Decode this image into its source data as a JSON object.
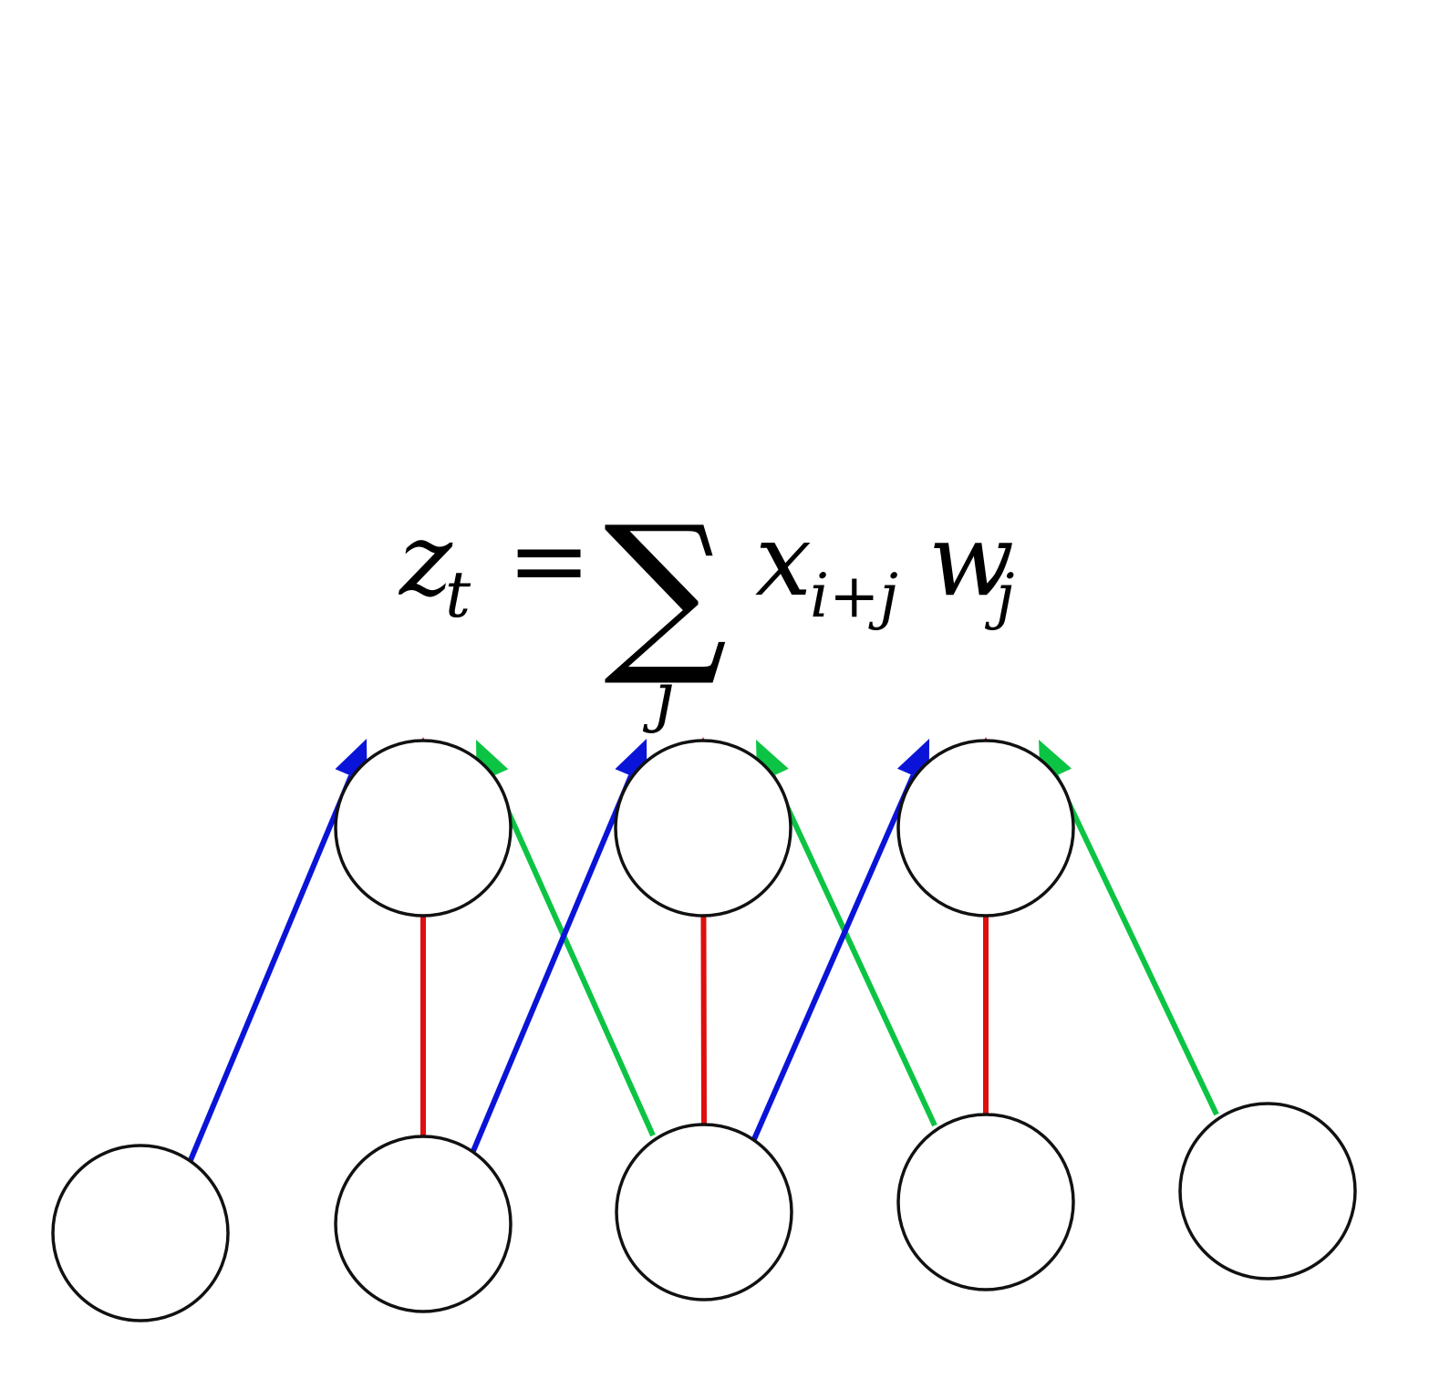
{
  "formula": {
    "lhs_symbol": "z",
    "lhs_subscript": "t",
    "equals": "=",
    "sum_symbol": "∑",
    "sum_index": "j",
    "term1_symbol": "x",
    "term1_subscript": "i+j",
    "term2_symbol": "w",
    "term2_subscript": "j"
  },
  "colors": {
    "left_weight": "#0a14d8",
    "center_weight": "#dd0f0f",
    "right_weight": "#0cc443",
    "node_stroke": "#111111",
    "node_fill": "#ffffff"
  },
  "network": {
    "input_node_count": 5,
    "output_node_count": 3,
    "connections": [
      {
        "from_input": 1,
        "to_output": 1,
        "weight": "left"
      },
      {
        "from_input": 2,
        "to_output": 1,
        "weight": "center"
      },
      {
        "from_input": 3,
        "to_output": 1,
        "weight": "right"
      },
      {
        "from_input": 2,
        "to_output": 2,
        "weight": "left"
      },
      {
        "from_input": 3,
        "to_output": 2,
        "weight": "center"
      },
      {
        "from_input": 4,
        "to_output": 2,
        "weight": "right"
      },
      {
        "from_input": 3,
        "to_output": 3,
        "weight": "left"
      },
      {
        "from_input": 4,
        "to_output": 3,
        "weight": "center"
      },
      {
        "from_input": 5,
        "to_output": 3,
        "weight": "right"
      }
    ]
  }
}
